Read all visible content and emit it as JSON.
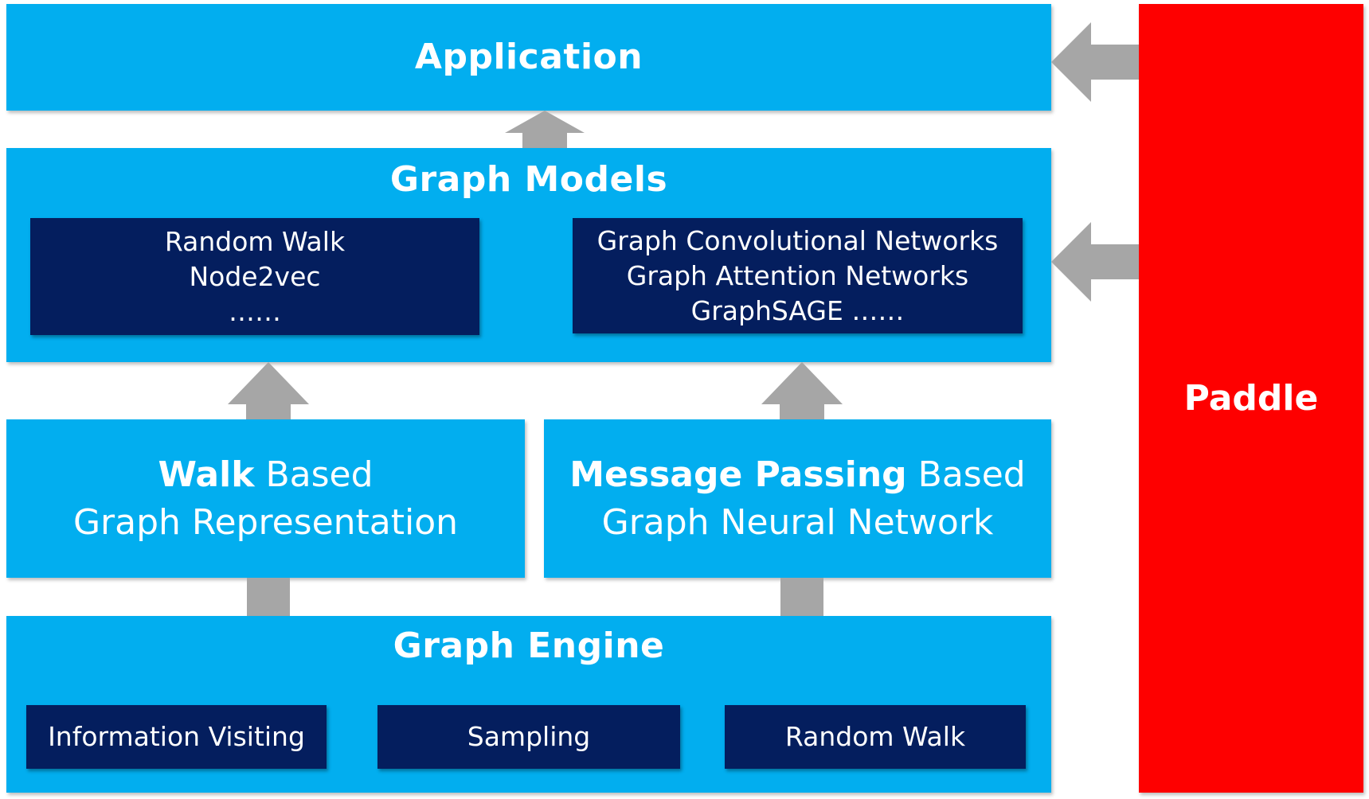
{
  "application": {
    "title": "Application"
  },
  "graph_models": {
    "title": "Graph Models",
    "left_box": [
      "Random Walk",
      "Node2vec",
      "……"
    ],
    "right_box": [
      "Graph Convolutional Networks",
      "Graph Attention Networks",
      "GraphSAGE ……"
    ]
  },
  "walk_based": {
    "bold": "Walk",
    "rest": " Based",
    "line2": "Graph Representation"
  },
  "message_passing": {
    "bold": "Message Passing",
    "rest": " Based",
    "line2": "Graph Neural Network"
  },
  "graph_engine": {
    "title": "Graph Engine",
    "boxes": [
      "Information Visiting",
      "Sampling",
      "Random Walk"
    ]
  },
  "paddle": {
    "label": "Paddle"
  },
  "colors": {
    "layer": "#02aeef",
    "inner_box": "#041e5e",
    "paddle": "#fe0000",
    "arrow": "#a6a6a6",
    "text": "#ffffff"
  }
}
